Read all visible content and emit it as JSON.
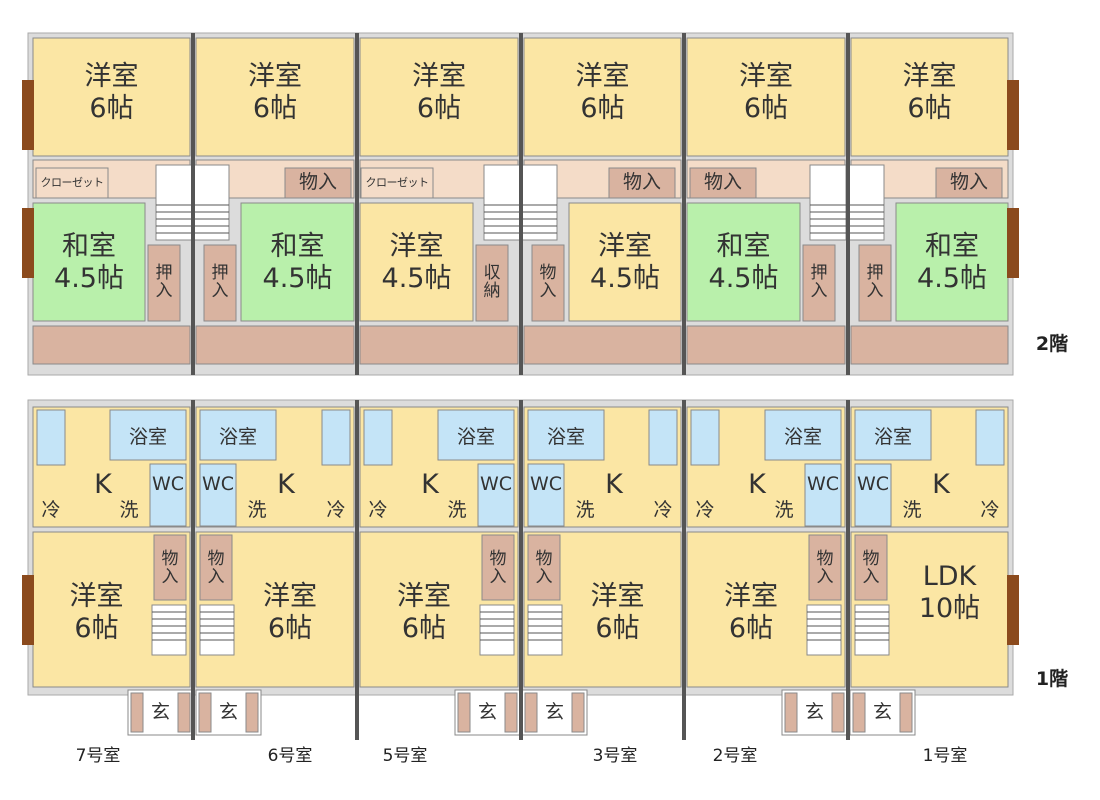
{
  "colors": {
    "yoshitsu": "#fbe6a4",
    "washitsu": "#b9f0ab",
    "storage": "#d9b3a0",
    "water": "#c4e4f7",
    "wall": "#555555",
    "frame": "#b9b9b9",
    "window": "#8b4a1d"
  },
  "floor2": {
    "label": "2階",
    "top_rooms": [
      "洋室\n6帖",
      "洋室\n6帖",
      "洋室\n6帖",
      "洋室\n6帖",
      "洋室\n6帖",
      "洋室\n6帖"
    ],
    "closet": "クローゼット",
    "monoire": "物入",
    "lower_rooms": [
      "和室\n4.5帖",
      "和室\n4.5帖",
      "洋室\n4.5帖",
      "洋室\n4.5帖",
      "和室\n4.5帖",
      "和室\n4.5帖"
    ],
    "oshiire_v": "押\n入",
    "shuno_v": "収\n納",
    "monoire_v": "物\n入"
  },
  "floor1": {
    "label": "1階",
    "bath": "浴室",
    "wc": "WC",
    "kitchen": "K",
    "rei": "冷",
    "sen": "洗",
    "monoire_v": "物\n入",
    "yoshitsu": "洋室\n6帖",
    "ldk": "LDK\n10帖",
    "genkan": "玄"
  },
  "units": [
    "7号室",
    "6号室",
    "5号室",
    "3号室",
    "2号室",
    "1号室"
  ]
}
